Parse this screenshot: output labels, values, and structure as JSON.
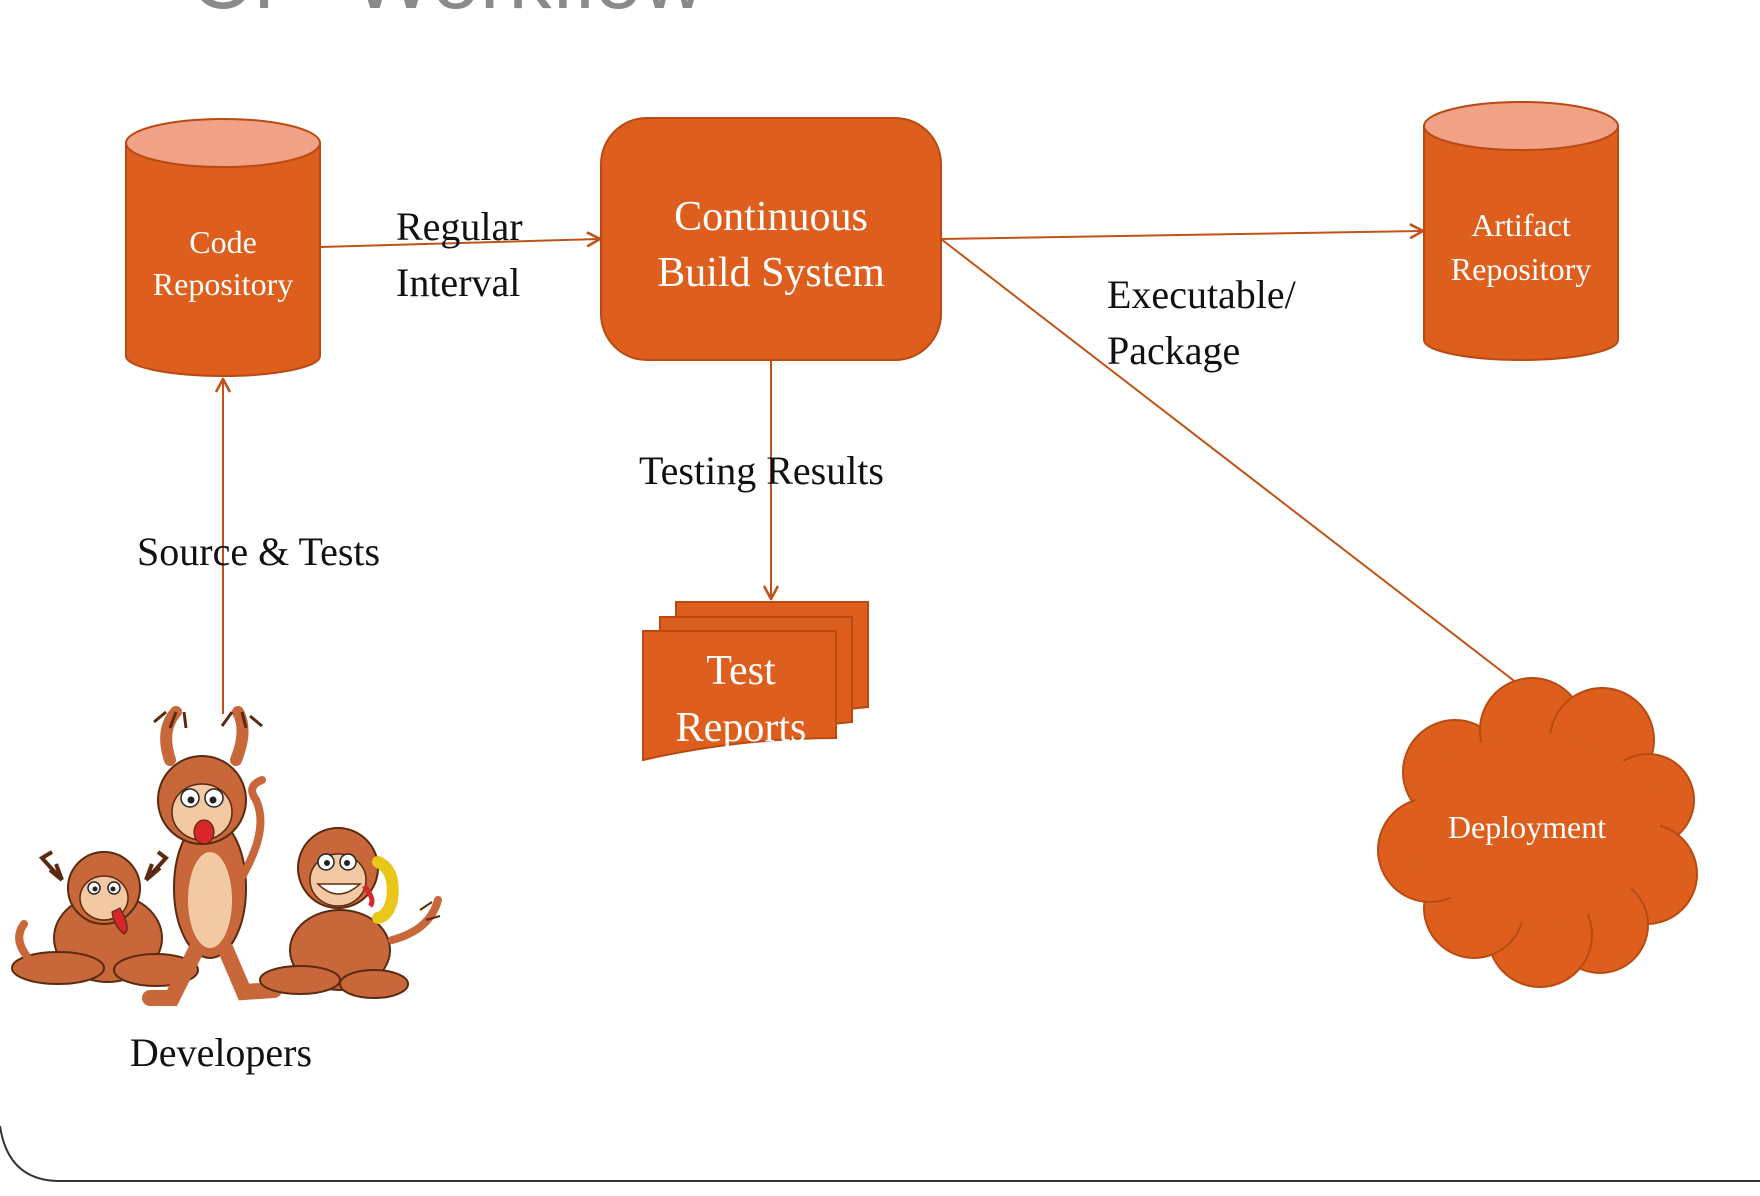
{
  "slide_title": "CI - Workflow",
  "colors": {
    "node_fill": "#dd5e1d",
    "node_stroke": "#b84a12",
    "cylinder_top": "#f0a186",
    "edge": "#c0521a",
    "label_text": "#111111",
    "node_text": "#ffffff",
    "monkey_fur": "#c8673a",
    "monkey_face": "#f3c9a4"
  },
  "nodes": {
    "code_repo": {
      "line1": "Code",
      "line2": "Repository"
    },
    "build_system": {
      "line1": "Continuous",
      "line2": "Build System"
    },
    "artifact_repo": {
      "line1": "Artifact",
      "line2": "Repository"
    },
    "test_reports": {
      "line1": "Test",
      "line2": "Reports"
    },
    "deployment": {
      "label": "Deployment"
    },
    "developers": {
      "label": "Developers",
      "illustration": "three-monkeys-illustration"
    }
  },
  "edges": {
    "regular_interval": {
      "line1": "Regular",
      "line2": "Interval"
    },
    "executable_package": {
      "line1": "Executable/",
      "line2": "Package"
    },
    "testing_results": {
      "label": "Testing Results"
    },
    "source_tests": {
      "label": "Source & Tests"
    }
  }
}
